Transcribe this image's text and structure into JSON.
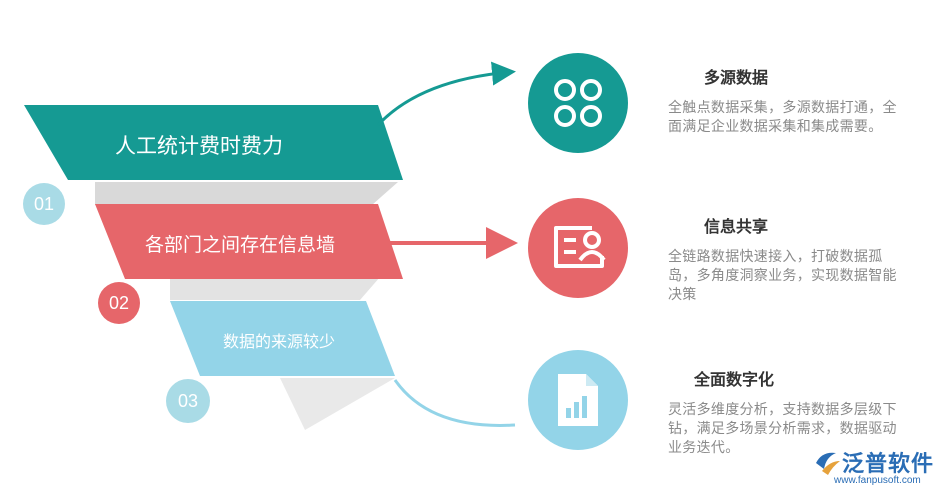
{
  "problems": [
    {
      "number": "01",
      "label": "人工统计费时费力",
      "color": "#159a93"
    },
    {
      "number": "02",
      "label": "各部门之间存在信息墙",
      "color": "#e6666a"
    },
    {
      "number": "03",
      "label": "数据的来源较少",
      "color": "#93d4e8"
    }
  ],
  "features": [
    {
      "title": "多源数据",
      "description": "全触点数据采集，多源数据打通，全面满足企业数据采集和集成需要。",
      "icon": "four-circles-icon",
      "color": "#159a93"
    },
    {
      "title": "信息共享",
      "description": "全链路数据快速接入，打破数据孤岛，多角度洞察业务，实现数据智能决策",
      "icon": "id-card-icon",
      "color": "#e6666a"
    },
    {
      "title": "全面数字化",
      "description": "灵活多维度分析，支持数据多层级下钻，满足多场景分析需求，数据驱动业务迭代。",
      "icon": "bar-chart-document-icon",
      "color": "#93d4e8"
    }
  ],
  "logo": {
    "name": "泛普软件",
    "url": "www.fanpusoft.com"
  }
}
